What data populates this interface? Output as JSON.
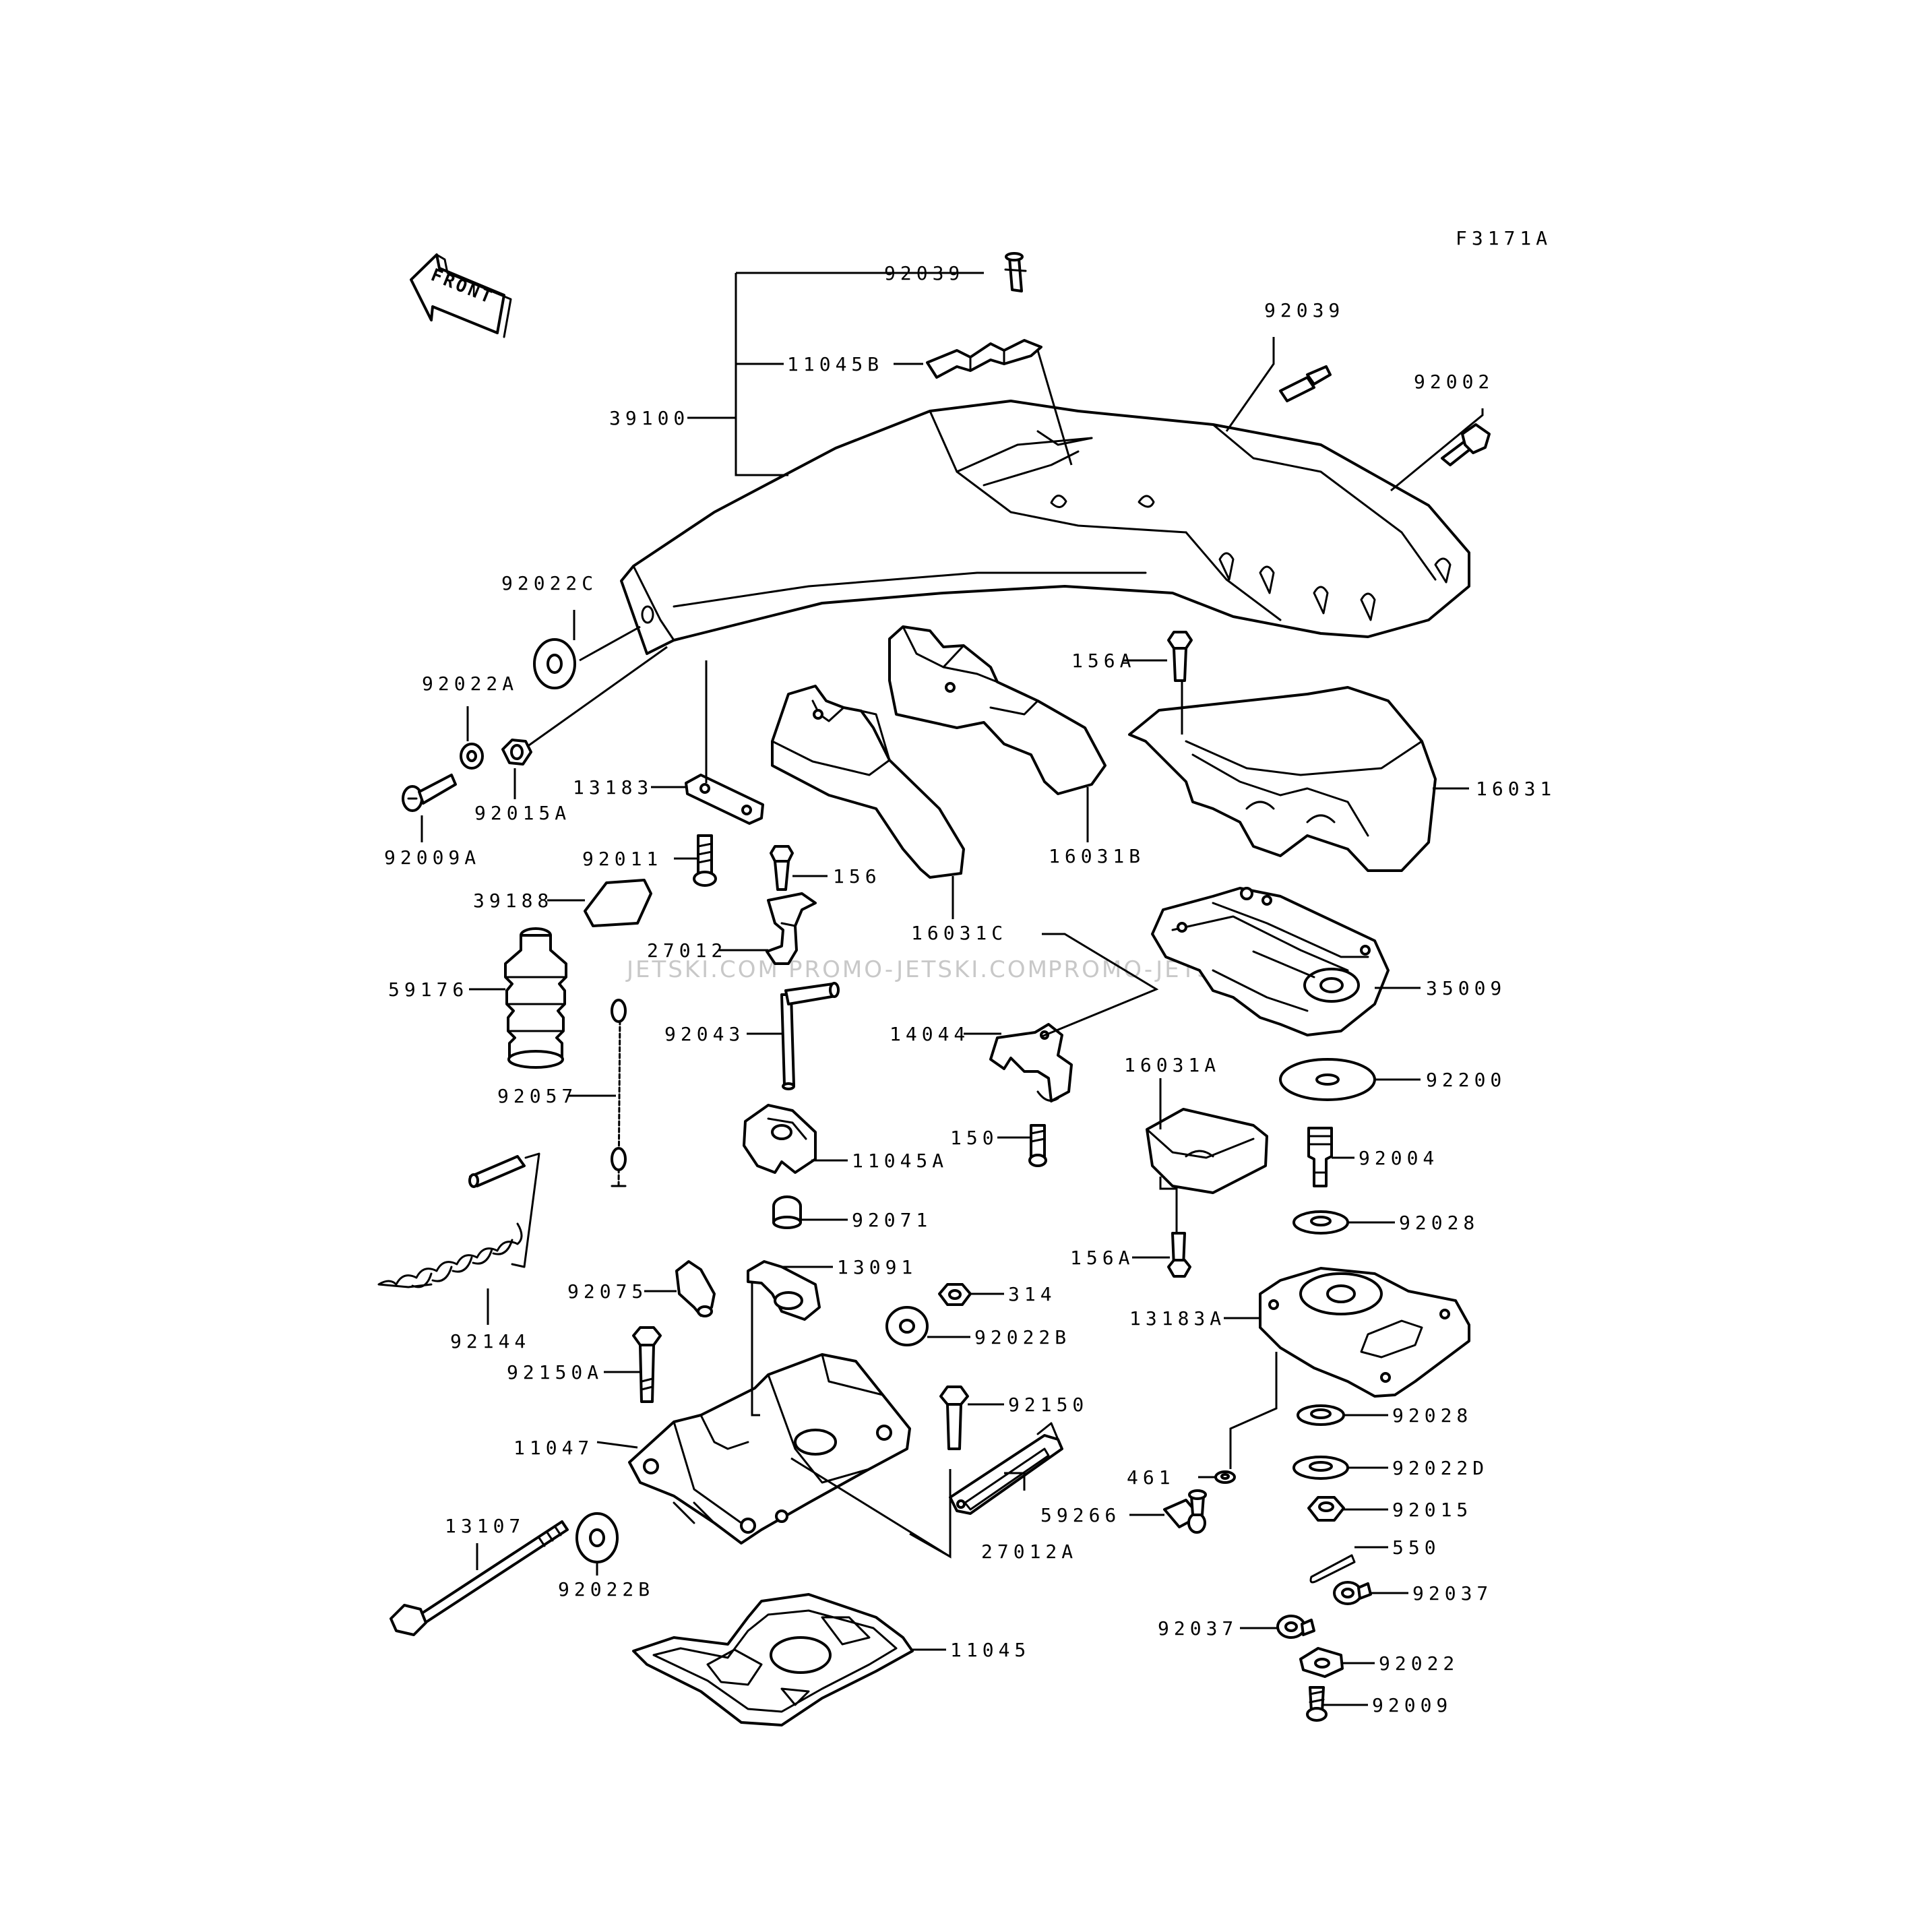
{
  "figure_id": "F3171A",
  "front_label": "FRONT",
  "watermark": [
    "JETSKI.COM",
    "PROMO-JETSKI.COM",
    "PROMO-JETSKI.COM"
  ],
  "parts": [
    {
      "id": "p92039a",
      "label": "92039"
    },
    {
      "id": "p11045b",
      "label": "11045B"
    },
    {
      "id": "p39100",
      "label": "39100"
    },
    {
      "id": "p92039b",
      "label": "92039"
    },
    {
      "id": "p92002",
      "label": "92002"
    },
    {
      "id": "p92022c",
      "label": "92022C"
    },
    {
      "id": "p92022a",
      "label": "92022A"
    },
    {
      "id": "p92009a",
      "label": "92009A"
    },
    {
      "id": "p92015a",
      "label": "92015A"
    },
    {
      "id": "p13183",
      "label": "13183"
    },
    {
      "id": "p156a_top",
      "label": "156A"
    },
    {
      "id": "p16031",
      "label": "16031"
    },
    {
      "id": "p16031b",
      "label": "16031B"
    },
    {
      "id": "p92011",
      "label": "92011"
    },
    {
      "id": "p156",
      "label": "156"
    },
    {
      "id": "p39188",
      "label": "39188"
    },
    {
      "id": "p16031c",
      "label": "16031C"
    },
    {
      "id": "p27012",
      "label": "27012"
    },
    {
      "id": "p35009",
      "label": "35009"
    },
    {
      "id": "p59176",
      "label": "59176"
    },
    {
      "id": "p14044",
      "label": "14044"
    },
    {
      "id": "p92043",
      "label": "92043"
    },
    {
      "id": "p16031a",
      "label": "16031A"
    },
    {
      "id": "p92200",
      "label": "92200"
    },
    {
      "id": "p92057",
      "label": "92057"
    },
    {
      "id": "p150",
      "label": "150"
    },
    {
      "id": "p11045a",
      "label": "11045A"
    },
    {
      "id": "p92004",
      "label": "92004"
    },
    {
      "id": "p92071",
      "label": "92071"
    },
    {
      "id": "p92028a",
      "label": "92028"
    },
    {
      "id": "p156a_bot",
      "label": "156A"
    },
    {
      "id": "p13091",
      "label": "13091"
    },
    {
      "id": "p92075",
      "label": "92075"
    },
    {
      "id": "p314",
      "label": "314"
    },
    {
      "id": "p13183a",
      "label": "13183A"
    },
    {
      "id": "p92144",
      "label": "92144"
    },
    {
      "id": "p92022b_top",
      "label": "92022B"
    },
    {
      "id": "p92150a",
      "label": "92150A"
    },
    {
      "id": "p92150",
      "label": "92150"
    },
    {
      "id": "p92028b",
      "label": "92028"
    },
    {
      "id": "p11047",
      "label": "11047"
    },
    {
      "id": "p461",
      "label": "461"
    },
    {
      "id": "p92022d",
      "label": "92022D"
    },
    {
      "id": "p13107",
      "label": "13107"
    },
    {
      "id": "p59266",
      "label": "59266"
    },
    {
      "id": "p27012a",
      "label": "27012A"
    },
    {
      "id": "p92015",
      "label": "92015"
    },
    {
      "id": "p550",
      "label": "550"
    },
    {
      "id": "p92022b_bot",
      "label": "92022B"
    },
    {
      "id": "p92037a",
      "label": "92037"
    },
    {
      "id": "p92037b",
      "label": "92037"
    },
    {
      "id": "p11045",
      "label": "11045"
    },
    {
      "id": "p92022",
      "label": "92022"
    },
    {
      "id": "p92009",
      "label": "92009"
    }
  ]
}
